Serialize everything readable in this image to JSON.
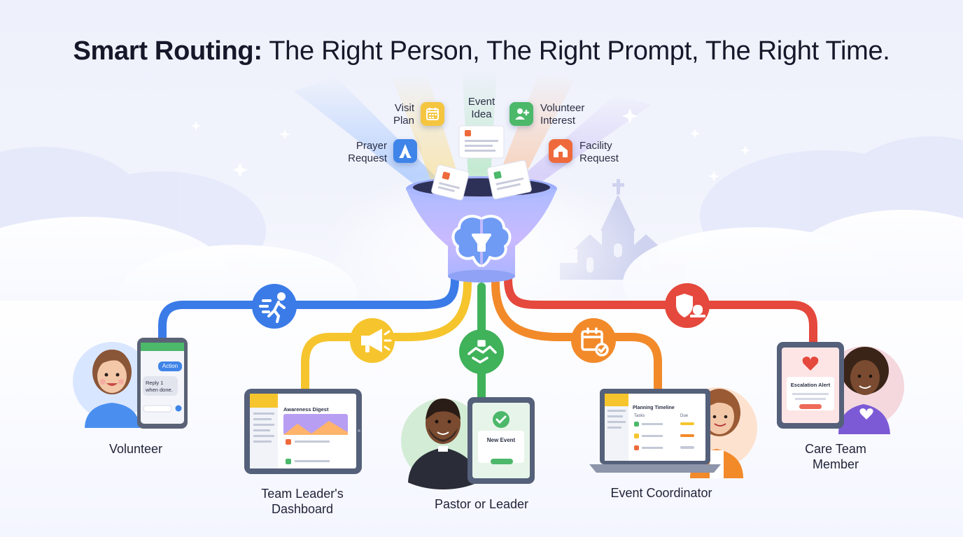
{
  "title": {
    "bold": "Smart Routing:",
    "rest": " The Right Person, The Right Prompt, The Right Time."
  },
  "sources": {
    "visit_plan": {
      "label_line1": "Visit",
      "label_line2": "Plan",
      "icon": "calendar-icon",
      "color": "#f5c540"
    },
    "event_idea": {
      "label_line1": "Event",
      "label_line2": "Idea",
      "icon": "document-icon",
      "color": "#ffffff"
    },
    "volunteer_interest": {
      "label_line1": "Volunteer",
      "label_line2": "Interest",
      "icon": "add-person-icon",
      "color": "#4cb86a"
    },
    "prayer_request": {
      "label_line1": "Prayer",
      "label_line2": "Request",
      "icon": "praying-hands-icon",
      "color": "#3f84e8"
    },
    "facility_request": {
      "label_line1": "Facility",
      "label_line2": "Request",
      "icon": "building-icon",
      "color": "#ee6a3c"
    }
  },
  "hub": {
    "icon": "brain-funnel-icon",
    "color": "#5d8df2"
  },
  "routes": [
    {
      "name": "volunteer",
      "color": "#3b7be8",
      "icon": "running-person-icon"
    },
    {
      "name": "team-leader",
      "color": "#f6c52e",
      "icon": "megaphone-icon"
    },
    {
      "name": "pastor",
      "color": "#3fb25a",
      "icon": "handshake-icon"
    },
    {
      "name": "event-coordinator",
      "color": "#f28a2a",
      "icon": "calendar-check-icon"
    },
    {
      "name": "care-team",
      "color": "#e5483c",
      "icon": "shield-alert-icon"
    }
  ],
  "personas": {
    "volunteer": {
      "label": "Volunteer",
      "phone": {
        "bubble_action": "Action",
        "bubble_reply_line1": "Reply 1",
        "bubble_reply_line2": "when done."
      }
    },
    "team_leader": {
      "label_line1": "Team Leader's",
      "label_line2": "Dashboard",
      "screen_title": "Awareness Digest"
    },
    "pastor": {
      "label": "Pastor or Leader",
      "screen_title": "New Event"
    },
    "event_coordinator": {
      "label": "Event Coordinator",
      "screen_title": "Planning Timeline",
      "col_tasks": "Tasks",
      "col_due": "Due"
    },
    "care_team": {
      "label_line1": "Care Team",
      "label_line2": "Member",
      "screen_title": "Escalation Alert"
    }
  }
}
